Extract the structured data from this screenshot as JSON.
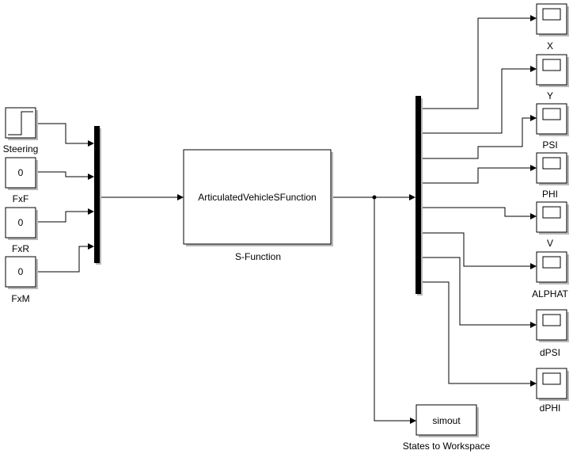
{
  "sources": {
    "steering_label": "Steering",
    "fxf": {
      "value": "0",
      "label": "FxF"
    },
    "fxr": {
      "value": "0",
      "label": "FxR"
    },
    "fxm": {
      "value": "0",
      "label": "FxM"
    }
  },
  "sfunction": {
    "block_text": "ArticulatedVehicleSFunction",
    "label": "S-Function"
  },
  "scopes": [
    "X",
    "Y",
    "PSI",
    "PHI",
    "V",
    "ALPHAT",
    "dPSI",
    "dPHI"
  ],
  "workspace": {
    "block_text": "simout",
    "label": "States to Workspace"
  },
  "colors": {
    "line": "#000000",
    "block_fill": "#ffffff",
    "shadow": "#b8b8b8",
    "mux_bar": "#000000"
  }
}
